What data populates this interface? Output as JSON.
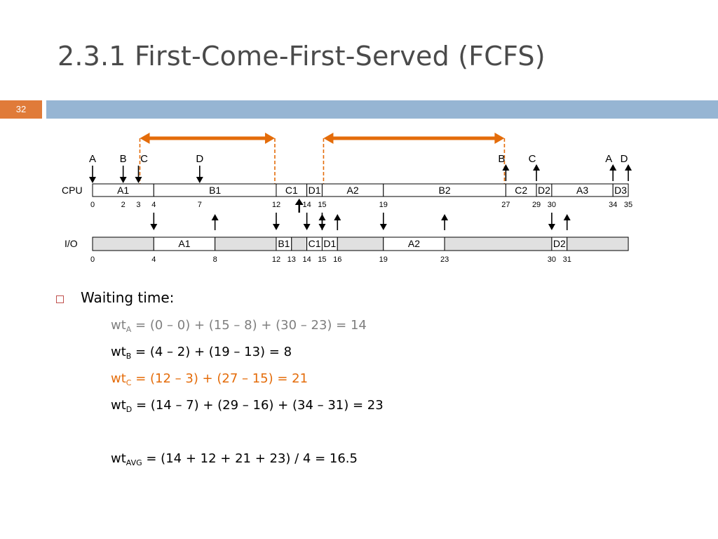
{
  "slide": {
    "title": "2.3.1 First-Come-First-Served (FCFS)",
    "number": "32"
  },
  "colors": {
    "accent_orange": "#e46c0a",
    "header_bar_blue": "#96b5d3",
    "io_fill_gray": "#e0e0e0"
  },
  "diagram": {
    "cpu_label": "CPU",
    "io_label": "I/O",
    "cpu_segments": [
      {
        "label": "A1",
        "start": 0,
        "end": 4
      },
      {
        "label": "B1",
        "start": 4,
        "end": 12
      },
      {
        "label": "C1",
        "start": 12,
        "end": 14
      },
      {
        "label": "D1",
        "start": 14,
        "end": 15
      },
      {
        "label": "A2",
        "start": 15,
        "end": 19
      },
      {
        "label": "B2",
        "start": 19,
        "end": 27
      },
      {
        "label": "C2",
        "start": 27,
        "end": 29
      },
      {
        "label": "D2",
        "start": 29,
        "end": 30
      },
      {
        "label": "A3",
        "start": 30,
        "end": 34
      },
      {
        "label": "D3",
        "start": 34,
        "end": 35
      }
    ],
    "cpu_ticks": [
      "0",
      "2",
      "3",
      "4",
      "7",
      "12",
      "14",
      "15",
      "19",
      "27",
      "29",
      "30",
      "34",
      "35"
    ],
    "io_segments": [
      {
        "label": "",
        "start": 0,
        "end": 4,
        "shaded": true
      },
      {
        "label": "A1",
        "start": 4,
        "end": 8,
        "shaded": false
      },
      {
        "label": "",
        "start": 8,
        "end": 12,
        "shaded": true
      },
      {
        "label": "B1",
        "start": 12,
        "end": 13,
        "shaded": false
      },
      {
        "label": "",
        "start": 13,
        "end": 14,
        "shaded": true
      },
      {
        "label": "C1",
        "start": 14,
        "end": 15,
        "shaded": false
      },
      {
        "label": "D1",
        "start": 15,
        "end": 16,
        "shaded": false
      },
      {
        "label": "",
        "start": 16,
        "end": 19,
        "shaded": true
      },
      {
        "label": "A2",
        "start": 19,
        "end": 23,
        "shaded": false
      },
      {
        "label": "",
        "start": 23,
        "end": 30,
        "shaded": true
      },
      {
        "label": "D2",
        "start": 30,
        "end": 31,
        "shaded": false
      },
      {
        "label": "",
        "start": 31,
        "end": 35,
        "shaded": true
      }
    ],
    "io_ticks": [
      "0",
      "4",
      "8",
      "12",
      "13",
      "14",
      "15",
      "16",
      "19",
      "23",
      "30",
      "31"
    ],
    "arrival_labels": [
      {
        "label": "A",
        "t": 0
      },
      {
        "label": "B",
        "t": 2
      },
      {
        "label": "C",
        "t": 3
      },
      {
        "label": "D",
        "t": 7
      }
    ],
    "finish_labels": [
      {
        "label": "B",
        "t": 27
      },
      {
        "label": "C",
        "t": 29
      },
      {
        "label": "A",
        "t": 34
      },
      {
        "label": "D",
        "t": 35
      }
    ],
    "cpu_down_arrows": [
      0,
      2,
      3,
      7
    ],
    "cpu_up_arrows": [
      27,
      29,
      34,
      35
    ],
    "cpu_up_arrow_bold": 13.5,
    "io_down_arrows": [
      4,
      12,
      14,
      15,
      19,
      30
    ],
    "io_up_arrows": [
      8,
      15,
      16,
      23,
      31
    ],
    "wait_intervals": [
      {
        "start": 3,
        "end": 12
      },
      {
        "start": 15,
        "end": 27
      }
    ]
  },
  "content": {
    "bullet_label": "Waiting time:",
    "lines": [
      {
        "prefix": "wt",
        "sub": "A",
        "rest": " = (0 – 0) + (15 – 8) + (30 – 23) = 14",
        "color": "gray"
      },
      {
        "prefix": "wt",
        "sub": "B",
        "rest": " = (4 – 2) + (19 – 13) = 8",
        "color": "black"
      },
      {
        "prefix": "wt",
        "sub": "C",
        "rest": " = (12 – 3) + (27 – 15) = 21",
        "color": "orange"
      },
      {
        "prefix": "wt",
        "sub": "D",
        "rest": " = (14 – 7) + (29 – 16) + (34 – 31) = 23",
        "color": "black"
      },
      {
        "prefix": "wt",
        "sub": "AVG",
        "rest": " = (14 + 12 + 21 + 23) / 4 = 16.5",
        "color": "black"
      }
    ]
  }
}
